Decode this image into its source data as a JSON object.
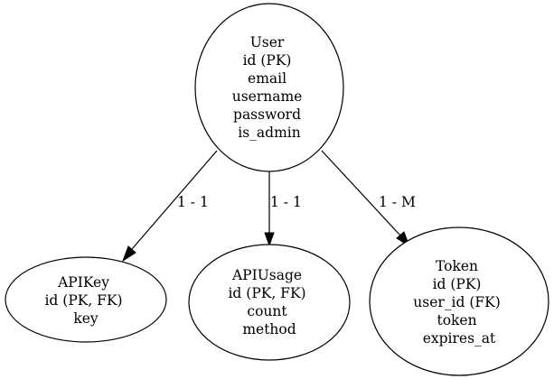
{
  "colors": {
    "background": "#ffffff",
    "stroke": "#000000",
    "text": "#000000"
  },
  "nodes": {
    "user": {
      "title": "User",
      "fields": [
        "id (PK)",
        "email",
        "username",
        "password",
        "is_admin"
      ]
    },
    "apikey": {
      "title": "APIKey",
      "fields": [
        "id (PK, FK)",
        "key"
      ]
    },
    "apiusage": {
      "title": "APIUsage",
      "fields": [
        "id (PK, FK)",
        "count",
        "method"
      ]
    },
    "token": {
      "title": "Token",
      "fields": [
        "id (PK)",
        "user_id (FK)",
        "token",
        "expires_at"
      ]
    }
  },
  "edges": {
    "user_apikey": {
      "from": "User",
      "to": "APIKey",
      "label": "1 - 1"
    },
    "user_apiusage": {
      "from": "User",
      "to": "APIUsage",
      "label": "1 - 1"
    },
    "user_token": {
      "from": "User",
      "to": "Token",
      "label": "1 - M"
    }
  }
}
